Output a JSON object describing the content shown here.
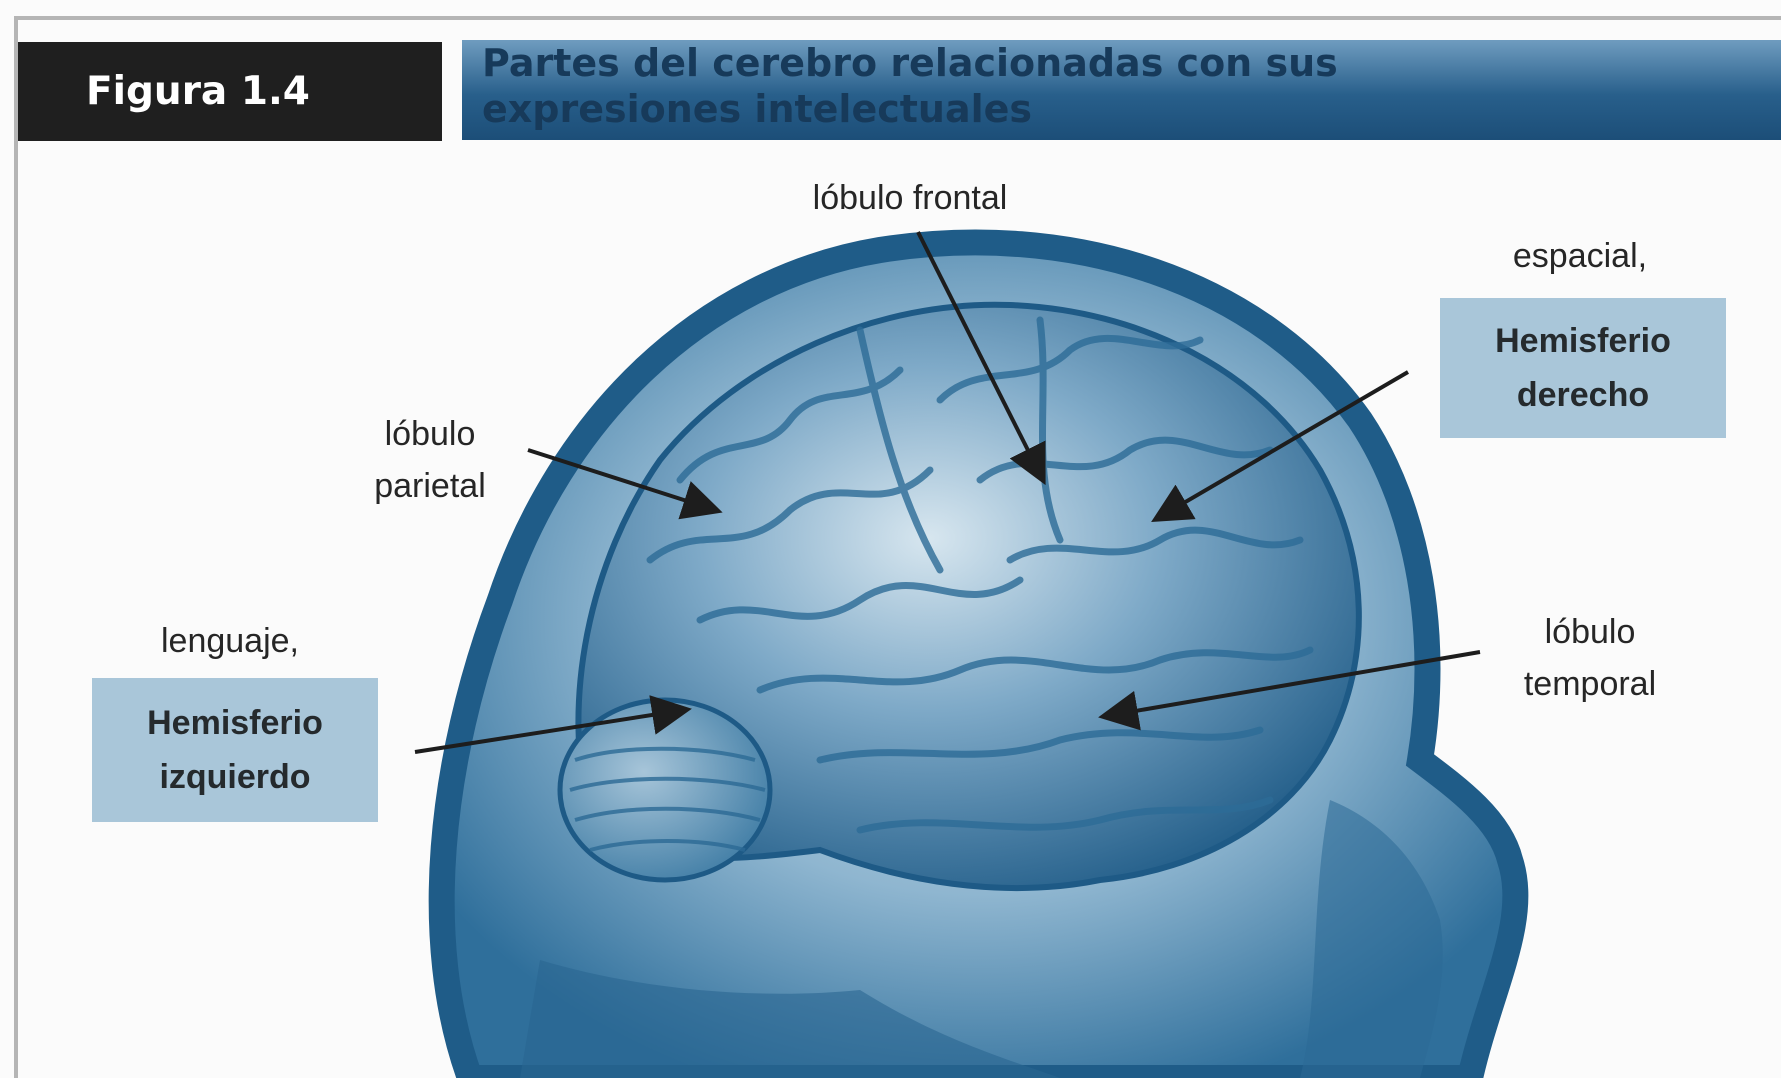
{
  "figure": {
    "number_label": "Figura 1.4",
    "title": "Partes del cerebro relacionadas con sus\nexpresiones intelectuales"
  },
  "labels": {
    "frontal": "lóbulo frontal",
    "parietal": "lóbulo\nparietal",
    "temporal": "lóbulo\ntemporal",
    "left_function": "lenguaje,",
    "right_function": "espacial,"
  },
  "hemispheres": {
    "left": "Hemisferio\nizquierdo",
    "right": "Hemisferio\nderecho"
  },
  "colors": {
    "title_band": "#285f8b",
    "hemisphere_box": "#a9c6d9",
    "brain_tone": "#2e6e99",
    "badge": "#1f1f1f"
  }
}
